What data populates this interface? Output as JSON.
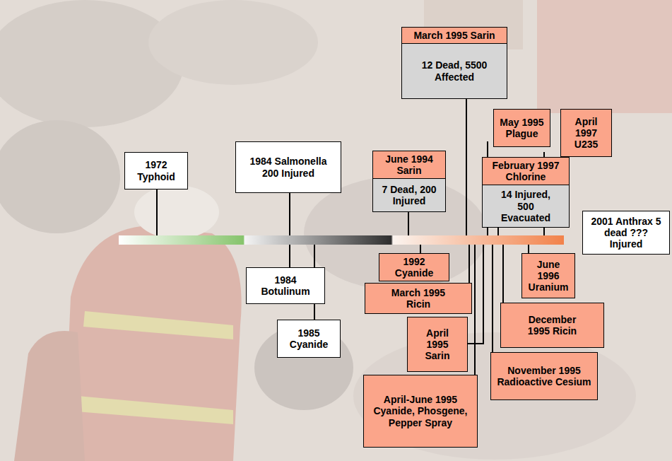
{
  "diagram": {
    "nodes": [
      {
        "text": [
          "1972 Typhoid"
        ]
      },
      {
        "text": [
          "1984 Salmonella 200 Injured"
        ]
      },
      {
        "text": [
          "June 1994 Sarin",
          "7 Dead, 200 Injured"
        ]
      },
      {
        "text": [
          "March 1995 Sarin",
          "12 Dead, 5500 Affected"
        ]
      },
      {
        "text": [
          "May 1995 Plague"
        ]
      },
      {
        "text": [
          "April 1997 U235"
        ]
      },
      {
        "text": [
          "February 1997 Chlorine",
          "14 Injured, 500 Evacuated"
        ]
      },
      {
        "text": [
          "2001 Anthrax 5 dead ??? Injured"
        ]
      },
      {
        "text": [
          "1984 Botulinum"
        ]
      },
      {
        "text": [
          "1985 Cyanide"
        ]
      },
      {
        "text": [
          "1992 Cyanide"
        ]
      },
      {
        "text": [
          "March 1995 Ricin"
        ]
      },
      {
        "text": [
          "April 1995 Sarin"
        ]
      },
      {
        "text": [
          "April-June 1995 Cyanide, Phosgene, Pepper Spray"
        ]
      },
      {
        "text": [
          "June 1996 Uranium"
        ]
      },
      {
        "text": [
          "December 1995 Ricin"
        ]
      },
      {
        "text": [
          "November 1995 Radioactive Cesium"
        ]
      }
    ]
  }
}
